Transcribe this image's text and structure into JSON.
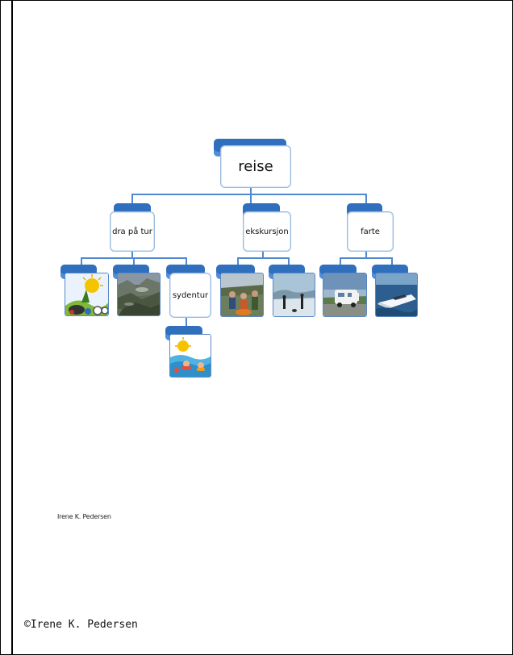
{
  "diagram": {
    "root": {
      "label": "reise"
    },
    "branches": [
      {
        "label": "dra på tur"
      },
      {
        "label": "ekskursjon"
      },
      {
        "label": "farte"
      }
    ],
    "subnode": {
      "label": "sydentur"
    },
    "images": [
      {
        "name": "cartoon-landscape-icon"
      },
      {
        "name": "rocky-terrain-photo"
      },
      {
        "name": "group-outdoors-photo"
      },
      {
        "name": "beach-silhouettes-photo"
      },
      {
        "name": "camper-van-photo"
      },
      {
        "name": "speedboat-photo"
      },
      {
        "name": "cartoon-beach-icon"
      }
    ]
  },
  "footer": {
    "author_small": "Irene K. Pedersen",
    "copyright": "©Irene K. Pedersen"
  }
}
